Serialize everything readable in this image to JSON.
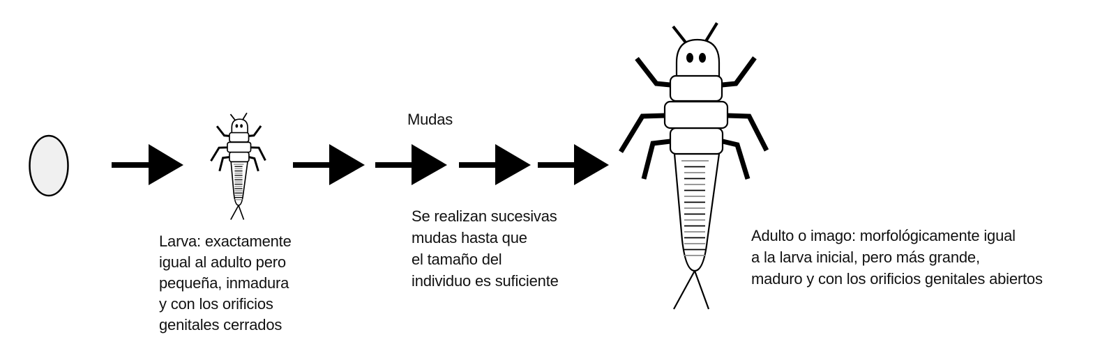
{
  "colors": {
    "ink": "#000000",
    "egg_fill": "#f0f0f0",
    "body_fill": "#ffffff",
    "stripe_gray": "#8a8a8a"
  },
  "stages": {
    "egg": {
      "icon": "egg-icon"
    },
    "larva": {
      "icon": "larva-insect-icon",
      "lines": [
        "Larva: exactamente",
        "igual al adulto pero",
        "pequeña, inmadura",
        "y con los orificios",
        "genitales cerrados"
      ]
    },
    "molts": {
      "title": "Mudas",
      "lines": [
        "Se realizan sucesivas",
        "mudas hasta que",
        "el tamaño del",
        "individuo es suficiente"
      ]
    },
    "adult": {
      "icon": "adult-insect-icon",
      "lines": [
        "Adulto o imago: morfológicamente igual",
        "a la larva inicial, pero más grande,",
        "maduro y con los orificios genitales abiertos"
      ]
    }
  },
  "arrows": [
    "egg-to-larva",
    "molt-1",
    "molt-2",
    "molt-3",
    "molt-to-adult"
  ]
}
